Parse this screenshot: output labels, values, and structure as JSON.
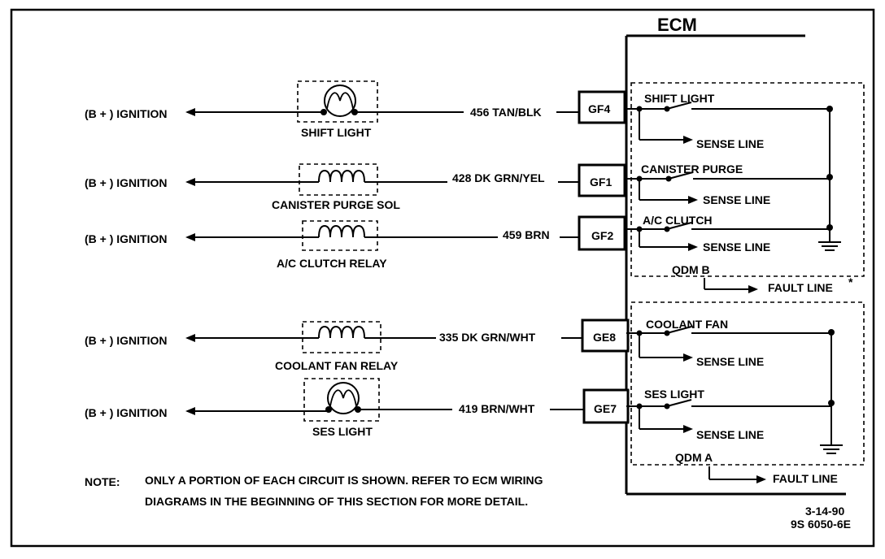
{
  "ecm_label": "ECM",
  "rows": [
    {
      "source": "(B + ) IGNITION",
      "component": "SHIFT LIGHT",
      "wire": "456 TAN/BLK",
      "pin": "GF4"
    },
    {
      "source": "(B + ) IGNITION",
      "component": "CANISTER PURGE SOL",
      "wire": "428 DK GRN/YEL",
      "pin": "GF1"
    },
    {
      "source": "(B + ) IGNITION",
      "component": "A/C CLUTCH RELAY",
      "wire": "459 BRN",
      "pin": "GF2"
    },
    {
      "source": "(B + ) IGNITION",
      "component": "COOLANT FAN RELAY",
      "wire": "335 DK GRN/WHT",
      "pin": "GE8"
    },
    {
      "source": "(B + ) IGNITION",
      "component": "SES LIGHT",
      "wire": "419 BRN/WHT",
      "pin": "GE7"
    }
  ],
  "qdm_b": {
    "label": "QDM  B",
    "fault_line": "FAULT LINE",
    "asterisk": "*",
    "drivers": [
      {
        "name": "SHIFT LIGHT",
        "sense": "SENSE LINE"
      },
      {
        "name": "CANISTER PURGE",
        "sense": "SENSE LINE"
      },
      {
        "name": "A/C CLUTCH",
        "sense": "SENSE LINE"
      }
    ]
  },
  "qdm_a": {
    "label": "QDM  A",
    "fault_line": "FAULT LINE",
    "drivers": [
      {
        "name": "COOLANT FAN",
        "sense": "SENSE LINE"
      },
      {
        "name": "SES LIGHT",
        "sense": "SENSE LINE"
      }
    ]
  },
  "note": {
    "label": "NOTE:",
    "line1": "ONLY A PORTION OF EACH CIRCUIT IS SHOWN.  REFER TO ECM WIRING",
    "line2": "DIAGRAMS IN THE BEGINNING OF THIS SECTION FOR MORE DETAIL."
  },
  "date": "3-14-90",
  "figure_id": "9S 6050-6E"
}
